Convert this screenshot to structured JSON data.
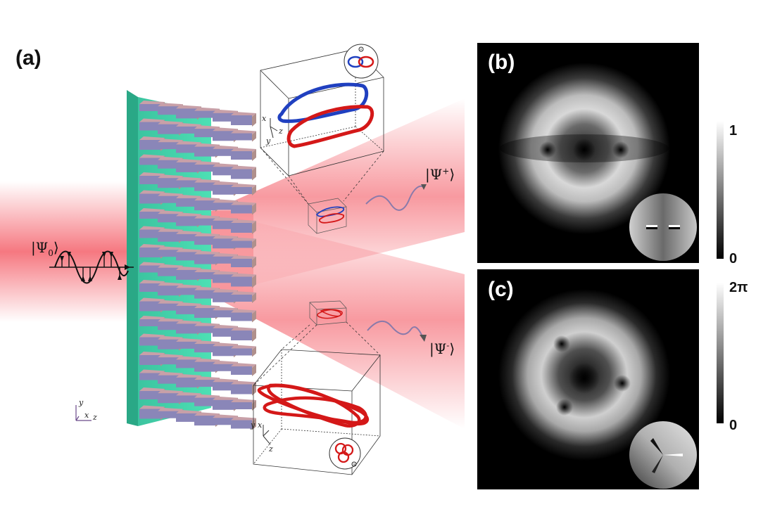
{
  "panels": {
    "a": {
      "label": "(a)"
    },
    "b": {
      "label": "(b)",
      "colorbar": {
        "max_label": "1",
        "min_label": "0"
      }
    },
    "c": {
      "label": "(c)",
      "colorbar": {
        "max_label": "2π",
        "min_label": "0"
      }
    }
  },
  "kets": {
    "input": {
      "symbol": "|Ψ",
      "sub": "0",
      "close": "⟩"
    },
    "plus": {
      "symbol": "|Ψ",
      "sup": "+",
      "close": "⟩"
    },
    "minus": {
      "symbol": "|Ψ",
      "sup": "-",
      "close": "⟩"
    }
  },
  "axes": {
    "main": {
      "y": "y",
      "x": "x",
      "z": "z"
    },
    "top_box": {
      "x": "x",
      "z": "z",
      "y": "y"
    },
    "bottom_box": {
      "y": "y",
      "x": "x",
      "z": "z"
    }
  },
  "colors": {
    "beam": "#f4606a",
    "metasurface_base": "#3fd0a8",
    "pillar": "#8a86b8",
    "knot_blue": "#2040c0",
    "knot_red": "#d41818"
  }
}
